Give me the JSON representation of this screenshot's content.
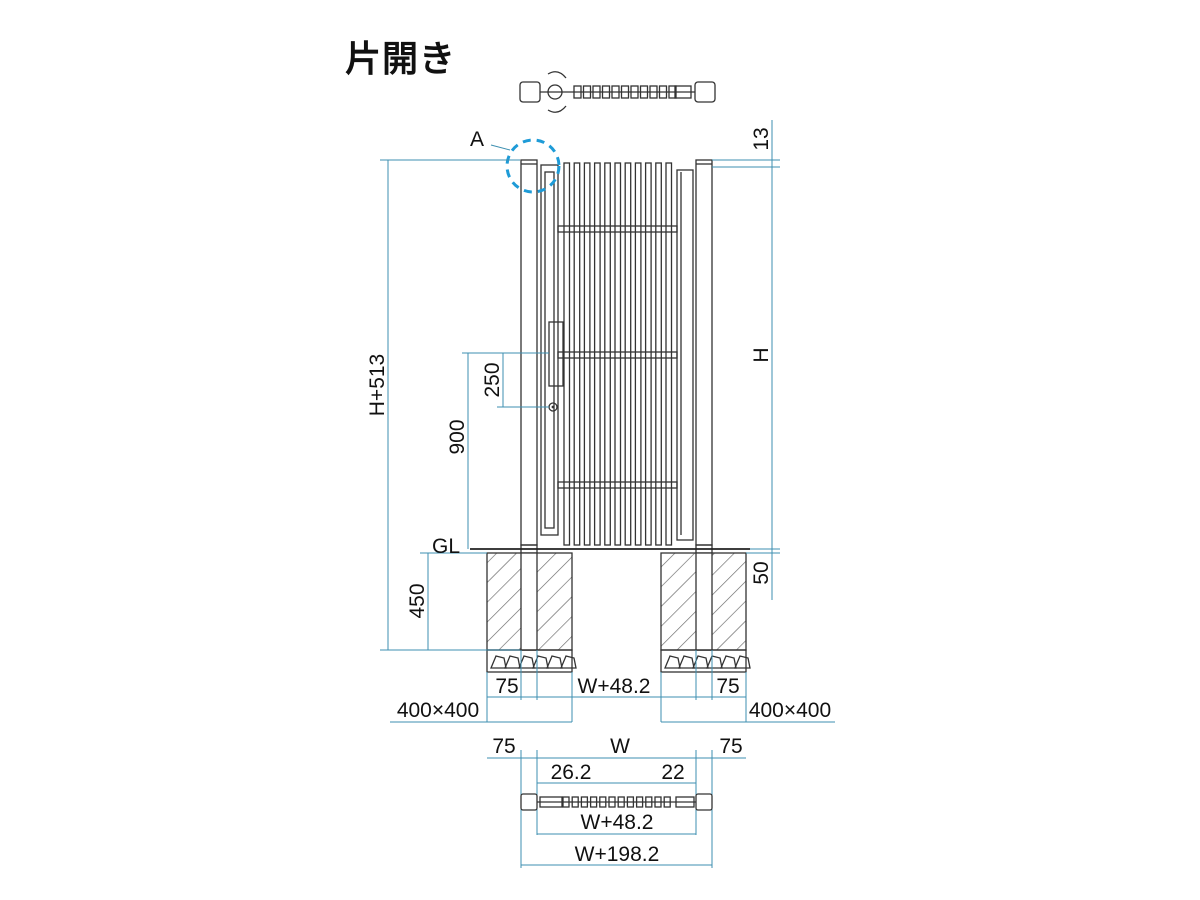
{
  "title": "片開き",
  "callout_label": "A",
  "ground_label": "GL",
  "colors": {
    "dimension_line": "#3d8fb0",
    "callout_circle": "#1e9bd7",
    "outline": "#333333"
  },
  "dimensions": {
    "overall_height": "H+513",
    "gate_height": "H",
    "top_offset": "13",
    "handle_height": "900",
    "handle_length": "250",
    "foundation_depth": "450",
    "ground_offset": "50",
    "post_width_left": "75",
    "post_width_right": "75",
    "span_posts": "W+48.2",
    "foundation_left": "400×400",
    "foundation_right": "400×400",
    "plan_post_left": "75",
    "plan_width": "W",
    "plan_post_right": "75",
    "plan_offset_left": "26.2",
    "plan_offset_right": "22",
    "plan_span": "W+48.2",
    "plan_total": "W+198.2"
  }
}
